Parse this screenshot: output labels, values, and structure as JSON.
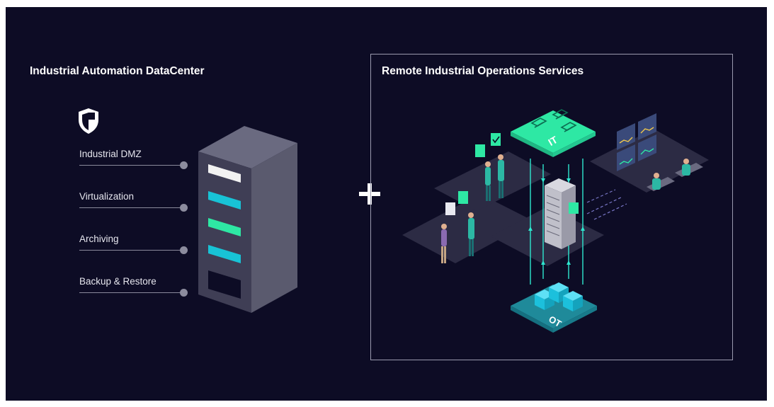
{
  "left_panel": {
    "title": "Industrial Automation DataCenter",
    "features": [
      "Industrial DMZ",
      "Virtualization",
      "Archiving",
      "Backup & Restore"
    ]
  },
  "connector": "+",
  "right_panel": {
    "title": "Remote Industrial Operations Services",
    "it_label": "IT",
    "ot_label": "OT"
  },
  "colors": {
    "background": "#0d0c25",
    "accent_green": "#2ee8a4",
    "accent_cyan": "#18c3d6",
    "rack_gray": "#4c4c5e",
    "platform": "#2e2d45"
  }
}
